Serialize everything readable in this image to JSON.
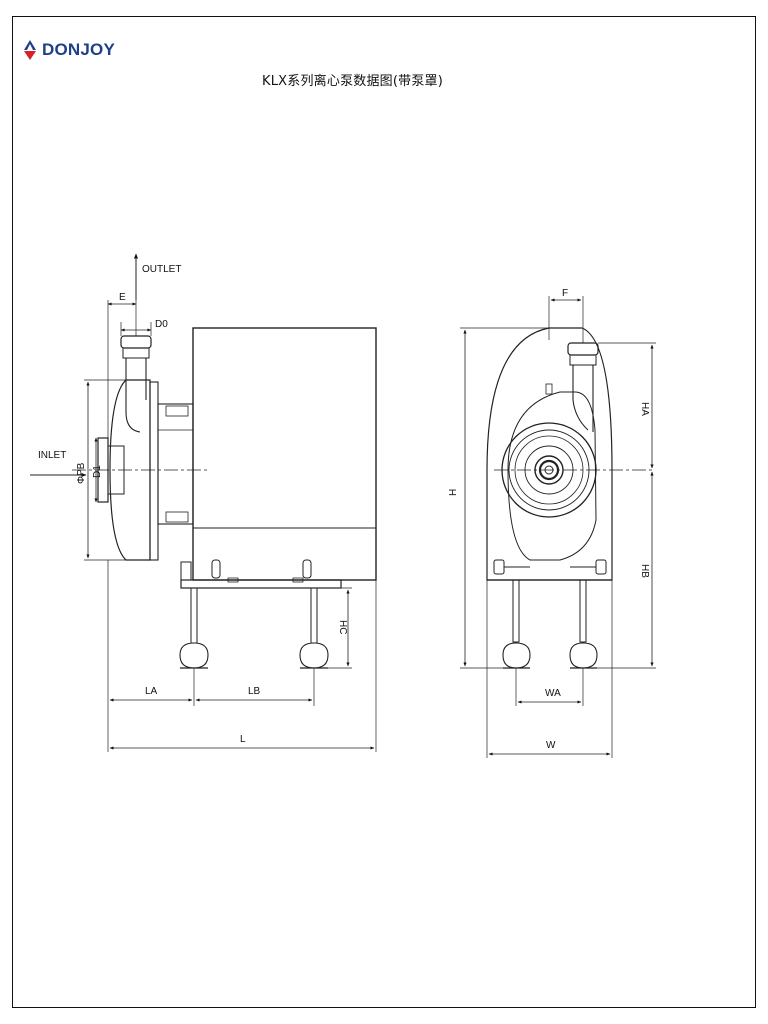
{
  "brand": {
    "name": "DONJOY",
    "logo_colors": {
      "blue": "#1f3f8a",
      "red": "#d7202a"
    }
  },
  "title": "KLX系列离心泵数据图(带泵罩)",
  "side_view_labels": {
    "outlet": "OUTLET",
    "inlet": "INLET",
    "e": "E",
    "d0": "D0",
    "pb": "ΦPB",
    "d1": "D1",
    "hc": "HC",
    "la": "LA",
    "lb": "LB",
    "l": "L"
  },
  "front_view_labels": {
    "f": "F",
    "h": "H",
    "ha": "HA",
    "hb": "HB",
    "wa": "WA",
    "w": "W"
  }
}
